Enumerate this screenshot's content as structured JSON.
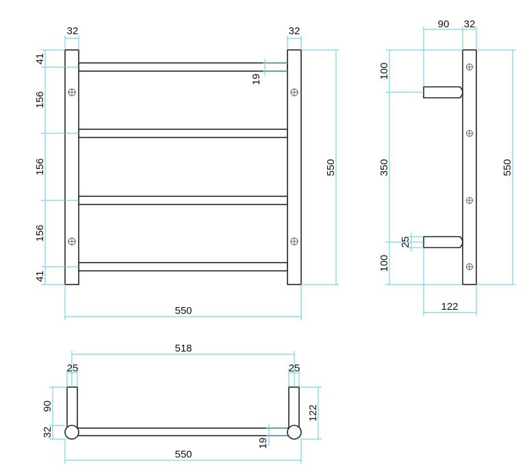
{
  "colors": {
    "object_line": "#222222",
    "dimension_line": "#5bc8e6",
    "text": "#111111"
  },
  "front_view": {
    "top_left_width": "32",
    "top_right_width": "32",
    "left_top_offset": "41",
    "spacing_1": "156",
    "spacing_2": "156",
    "spacing_3": "156",
    "left_bottom_offset": "41",
    "bar_diameter": "19",
    "total_height": "550",
    "total_width": "550"
  },
  "side_view": {
    "projection": "90",
    "post_width": "32",
    "top_offset": "100",
    "middle_spacing": "350",
    "bottom_offset": "100",
    "bar_diameter": "25",
    "total_height": "550",
    "total_depth": "122"
  },
  "top_view": {
    "inner_width": "518",
    "left_bar": "25",
    "right_bar": "25",
    "arm_length": "90",
    "post_diameter": "32",
    "total_depth": "122",
    "rail_diameter": "19",
    "total_width": "550"
  }
}
